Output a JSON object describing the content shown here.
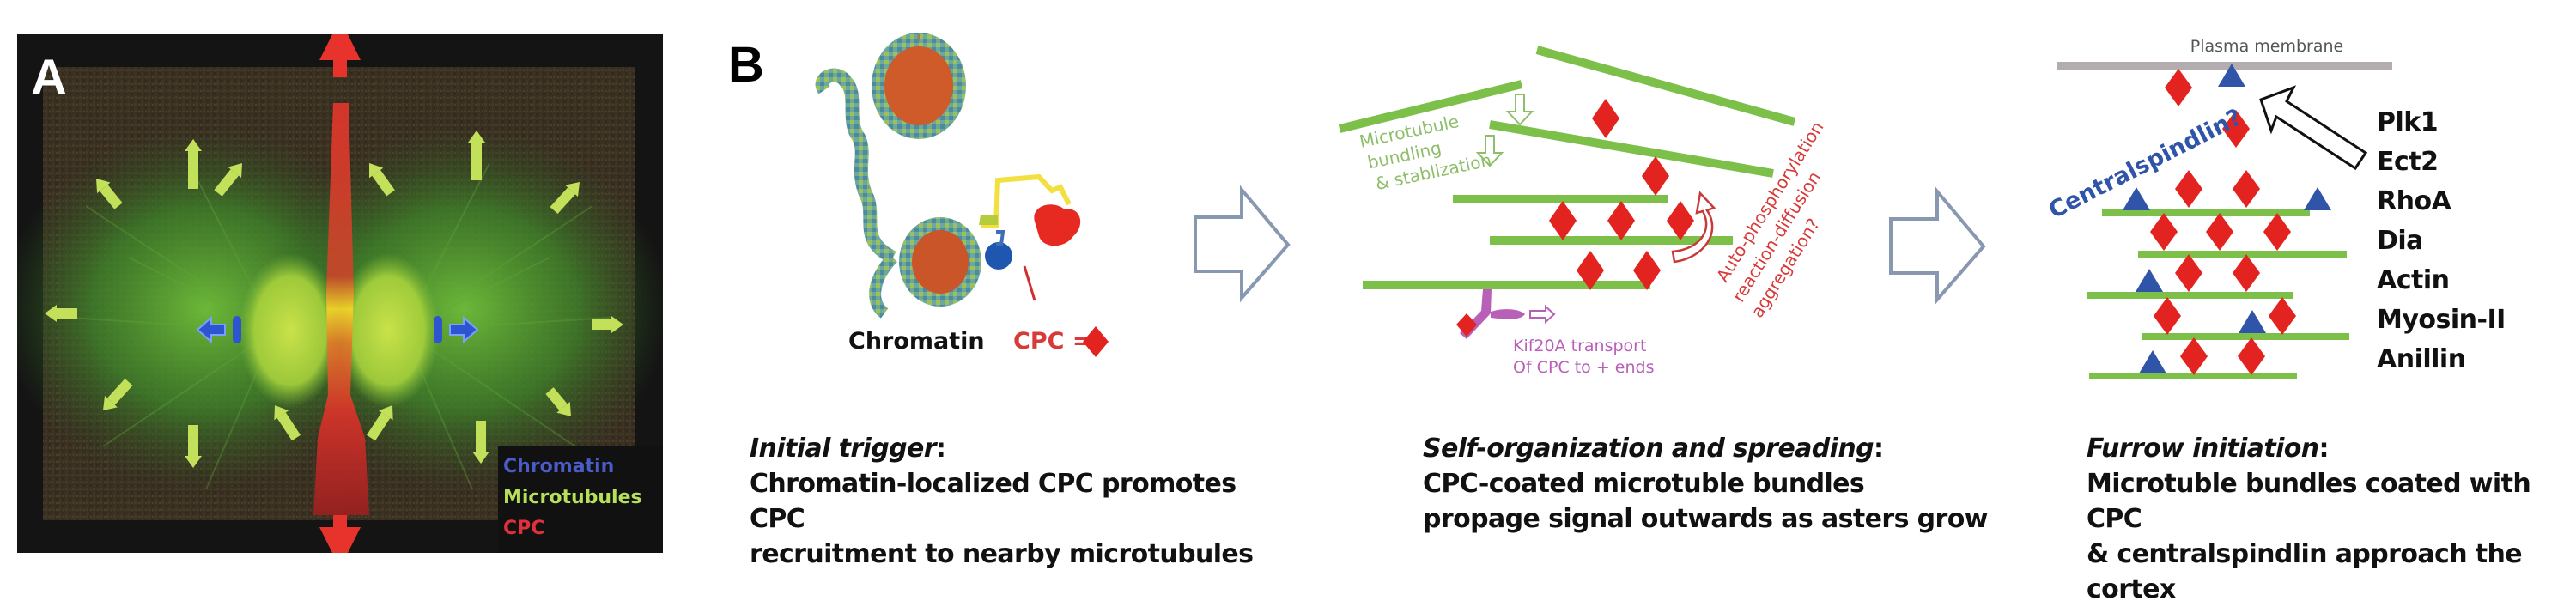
{
  "figure": {
    "panel_a": {
      "letter": "A",
      "legend": [
        {
          "label": "Chromatin",
          "color": "#4a5cc8"
        },
        {
          "label": "Microtubules",
          "color": "#b7e05a"
        },
        {
          "label": "CPC",
          "color": "#e0303a"
        }
      ],
      "icons": [
        "outward-arrow-icon",
        "cpc-arrow-icon",
        "chromatin-arrow-icon"
      ]
    },
    "panel_b": {
      "letter": "B",
      "step1": {
        "chromatin_label": "Chromatin",
        "cpc_label": "CPC =",
        "caption_head": "Initial trigger",
        "caption_line1": "Chromatin-localized CPC promotes CPC",
        "caption_line2": "recruitment to nearby microtubules"
      },
      "step2": {
        "bundling_label": [
          "Microtubule",
          "bundling",
          "& stablization"
        ],
        "autophos_label": [
          "Auto-phosphorylation",
          "reaction-diffusion",
          "aggregation?"
        ],
        "kif_label": [
          "Kif20A transport",
          "Of CPC to + ends"
        ],
        "caption_head": "Self-organization and spreading",
        "caption_line1": "CPC-coated microtuble bundles",
        "caption_line2": "propage signal outwards as asters grow"
      },
      "step3": {
        "membrane_label": "Plasma membrane",
        "centralspindlin_label": "Centralspindlin?",
        "factors": [
          "Plk1",
          "Ect2",
          "RhoA",
          "Dia",
          "Actin",
          "Myosin-II",
          "Anillin"
        ],
        "caption_head": "Furrow initiation",
        "caption_line1": "Microtuble bundles coated with CPC",
        "caption_line2": "& centralspindlin approach the cortex"
      }
    },
    "colors": {
      "microtubule": "#7cc04a",
      "cpc": "#e3231f",
      "centralspindlin": "#2f54a8",
      "membrane": "#b3adb0",
      "kif20a": "#b85fb8",
      "flow_arrow": "#8898b0",
      "autophos": "#d83a3a",
      "bundling_text": "#8fbe6a"
    }
  }
}
